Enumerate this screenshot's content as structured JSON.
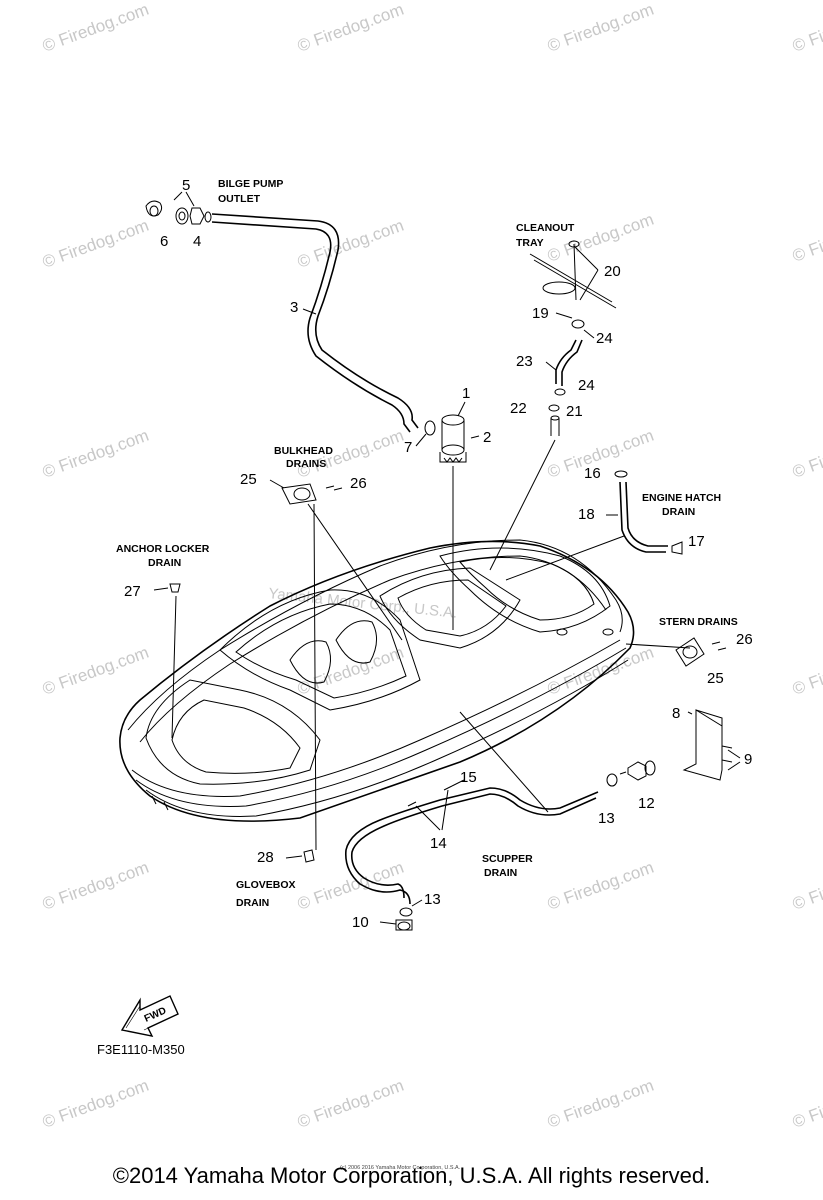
{
  "watermark": "© Firedog.com",
  "center_watermark": "Yamaha Motor Corp., U.S.A.",
  "labels": {
    "bilge_pump_outlet": [
      "BILGE PUMP",
      "OUTLET"
    ],
    "cleanout_tray": [
      "CLEANOUT",
      "TRAY"
    ],
    "bulkhead_drains": [
      "BULKHEAD",
      "DRAINS"
    ],
    "engine_hatch_drain": [
      "ENGINE HATCH",
      "DRAIN"
    ],
    "anchor_locker_drain": [
      "ANCHOR LOCKER",
      "DRAIN"
    ],
    "stern_drains": "STERN DRAINS",
    "scupper_drain": [
      "SCUPPER",
      "DRAIN"
    ],
    "glovebox_drain": [
      "GLOVEBOX",
      "DRAIN"
    ]
  },
  "callouts": {
    "n1": "1",
    "n2": "2",
    "n3": "3",
    "n4": "4",
    "n5": "5",
    "n6": "6",
    "n7": "7",
    "n8": "8",
    "n9": "9",
    "n10": "10",
    "n12": "12",
    "n13a": "13",
    "n13b": "13",
    "n14": "14",
    "n15": "15",
    "n16": "16",
    "n17": "17",
    "n18": "18",
    "n19": "19",
    "n20": "20",
    "n21": "21",
    "n22": "22",
    "n23": "23",
    "n24a": "24",
    "n24b": "24",
    "n25a": "25",
    "n25b": "25",
    "n26a": "26",
    "n26b": "26",
    "n27": "27",
    "n28": "28"
  },
  "fwd_label": "FWD",
  "diagram_code": "F3E1110-M350",
  "small_print": "(c) 2006 2016 Yamaha Motor Corporation, U.S.A.",
  "copyright": "©2014 Yamaha Motor Corporation, U.S.A. All rights reserved."
}
